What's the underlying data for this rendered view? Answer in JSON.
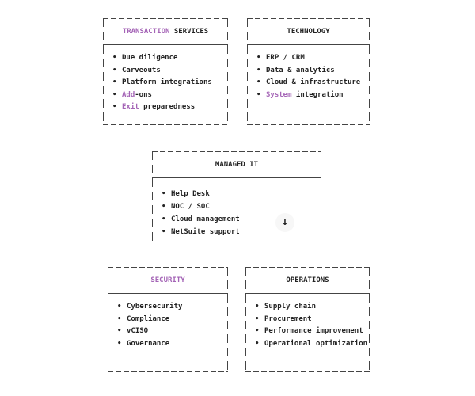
{
  "theme": {
    "bg": "#ffffff",
    "text": "#232323",
    "accent": "#a464b6",
    "bd": "#444444",
    "arrow_bg": "#f7f7f7"
  },
  "bullet": "•",
  "boxes": [
    {
      "id": "transaction-services",
      "title": {
        "accent": "TRANSACTION",
        "rest": " SERVICES"
      },
      "items": [
        {
          "accent": "",
          "rest": "Due diligence"
        },
        {
          "accent": "",
          "rest": "Carveouts"
        },
        {
          "accent": "",
          "rest": "Platform integrations"
        },
        {
          "accent": "Add",
          "rest": "-ons"
        },
        {
          "accent": "Exit",
          "rest": " preparedness"
        }
      ]
    },
    {
      "id": "technology",
      "title": {
        "accent": "",
        "rest": "TECHNOLOGY"
      },
      "items": [
        {
          "accent": "",
          "rest": "ERP / CRM"
        },
        {
          "accent": "",
          "rest": "Data & analytics"
        },
        {
          "accent": "",
          "rest": "Cloud & infrastructure"
        },
        {
          "accent": "System",
          "rest": " integration"
        }
      ]
    },
    {
      "id": "managed-it",
      "title": {
        "accent": "",
        "rest": "MANAGED IT"
      },
      "items": [
        {
          "accent": "",
          "rest": "Help Desk"
        },
        {
          "accent": "",
          "rest": "NOC / SOC"
        },
        {
          "accent": "",
          "rest": "Cloud management"
        },
        {
          "accent": "",
          "rest": "NetSuite support"
        }
      ],
      "arrow": "↓"
    },
    {
      "id": "security",
      "title": {
        "accent": "SECURITY",
        "rest": ""
      },
      "items": [
        {
          "accent": "",
          "rest": "Cybersecurity"
        },
        {
          "accent": "",
          "rest": "Compliance"
        },
        {
          "accent": "",
          "rest": "vCISO"
        },
        {
          "accent": "",
          "rest": "Governance"
        }
      ]
    },
    {
      "id": "operations",
      "title": {
        "accent": "",
        "rest": "OPERATIONS"
      },
      "items": [
        {
          "accent": "",
          "rest": "Supply chain"
        },
        {
          "accent": "",
          "rest": "Procurement"
        },
        {
          "accent": "",
          "rest": "Performance improvement"
        },
        {
          "accent": "",
          "rest": "Operational optimization"
        }
      ]
    }
  ]
}
